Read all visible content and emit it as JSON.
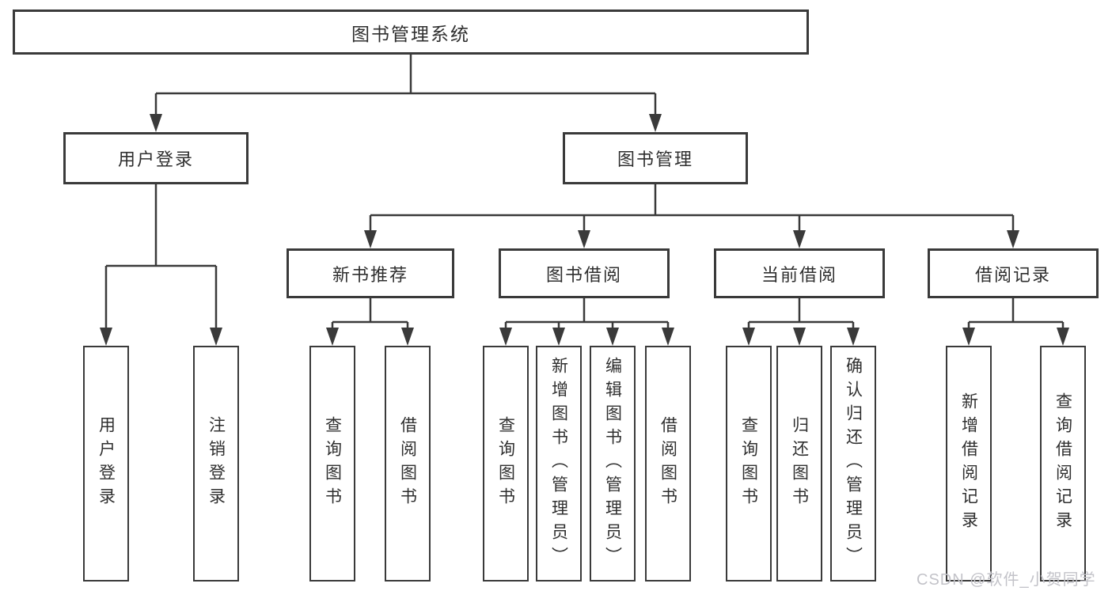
{
  "diagram": {
    "root": {
      "label": "图书管理系统"
    },
    "level2": [
      {
        "label": "用户登录"
      },
      {
        "label": "图书管理"
      }
    ],
    "level3": [
      {
        "label": "新书推荐"
      },
      {
        "label": "图书借阅"
      },
      {
        "label": "当前借阅"
      },
      {
        "label": "借阅记录"
      }
    ],
    "leaves": {
      "user_login": [
        "用户登录",
        "注销登录"
      ],
      "new_books": [
        "查询图书",
        "借阅图书"
      ],
      "book_borrow": [
        "查询图书",
        "新增图书（管理员）",
        "编辑图书（管理员）",
        "借阅图书"
      ],
      "current_borrow": [
        "查询图书",
        "归还图书",
        "确认归还（管理员）"
      ],
      "borrow_records": [
        "新增借阅记录",
        "查询借阅记录"
      ]
    }
  },
  "watermark": {
    "text": "CSDN @软件_小贺同学"
  },
  "colors": {
    "line": "#3a3a3a",
    "box_border": "#3a3a3a",
    "text": "#2f2f2f",
    "background": "#ffffff",
    "watermark": "#c3c3c9"
  }
}
